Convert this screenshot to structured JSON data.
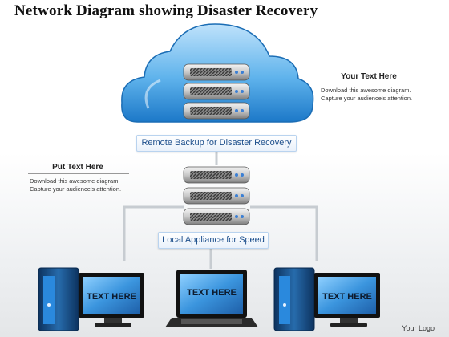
{
  "title": "Network Diagram showing Disaster Recovery",
  "cloud_label": "Remote Backup for Disaster Recovery",
  "appliance_label": "Local Appliance for Speed",
  "note_right": {
    "title": "Your Text Here",
    "line1": "Download this awesome diagram.",
    "line2": "Capture your audience’s attention."
  },
  "note_left": {
    "title": "Put Text Here",
    "line1": "Download this awesome diagram.",
    "line2": "Capture your audience’s attention."
  },
  "devices": [
    {
      "type": "desktop",
      "screen_text": "TEXT HERE"
    },
    {
      "type": "laptop",
      "screen_text": "TEXT HERE"
    },
    {
      "type": "desktop",
      "screen_text": "TEXT HERE"
    }
  ],
  "logo": "Your Logo",
  "colors": {
    "cloud": "#3aa0e6",
    "label_text": "#1d4f8c",
    "screen": "#2f86d6",
    "connector": "#c7ccd1"
  }
}
